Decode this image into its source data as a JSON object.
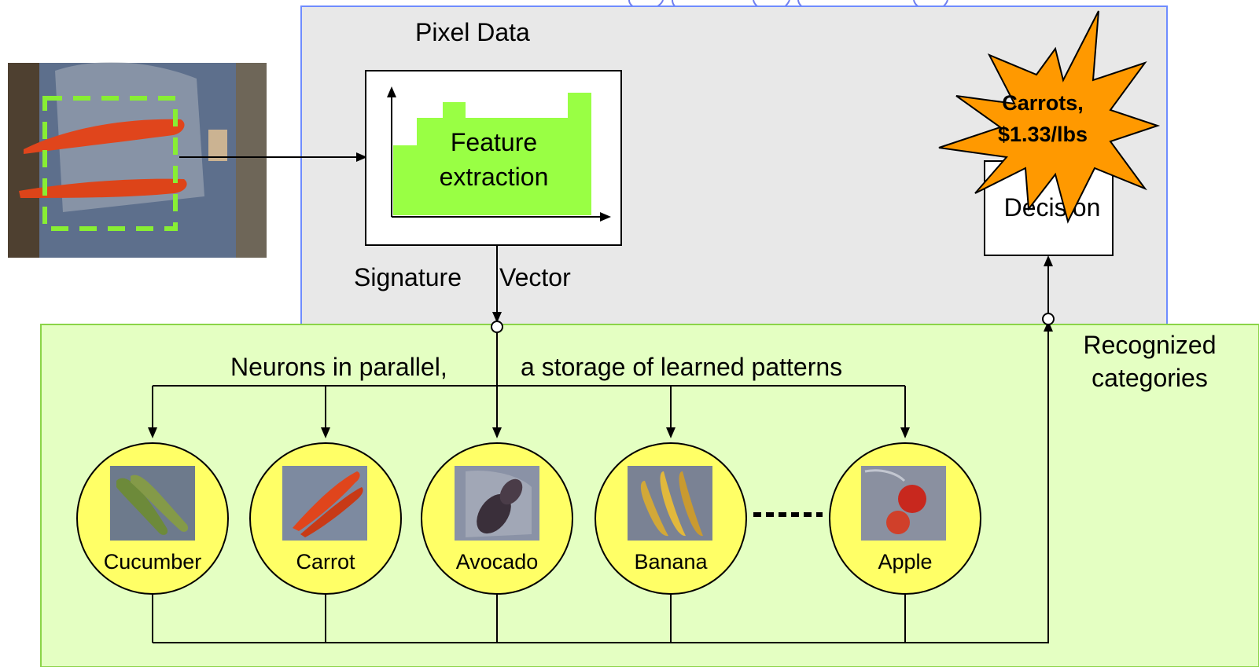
{
  "pixel_data_label": "Pixel Data",
  "feature_box": {
    "line1": "Feature",
    "line2": "extraction"
  },
  "signature_vector": {
    "left": "Signature",
    "right": "Vector"
  },
  "neurons_label": {
    "left": "Neurons in parallel,",
    "right": "a storage of learned patterns"
  },
  "recognized": {
    "line1": "Recognized",
    "line2": "categories"
  },
  "decision_label": "Decision",
  "burst": {
    "line1": "Carrots,",
    "line2": "$1.33/lbs"
  },
  "neurons": [
    {
      "label": "Cucumber",
      "image": "cucumber-thumbnail"
    },
    {
      "label": "Carrot",
      "image": "carrot-thumbnail"
    },
    {
      "label": "Avocado",
      "image": "avocado-thumbnail"
    },
    {
      "label": "Banana",
      "image": "banana-thumbnail"
    },
    {
      "label": "Apple",
      "image": "apple-thumbnail"
    }
  ],
  "colors": {
    "gray_panel": "#e8e8e8",
    "panel_border": "#6f8cff",
    "green_panel": "#e4ffc2",
    "green_panel_border": "#8bd448",
    "feature_fill": "#99ff44",
    "neuron_fill": "#ffff66",
    "burst_fill": "#ff9900",
    "roi_dash": "#88ee33"
  }
}
